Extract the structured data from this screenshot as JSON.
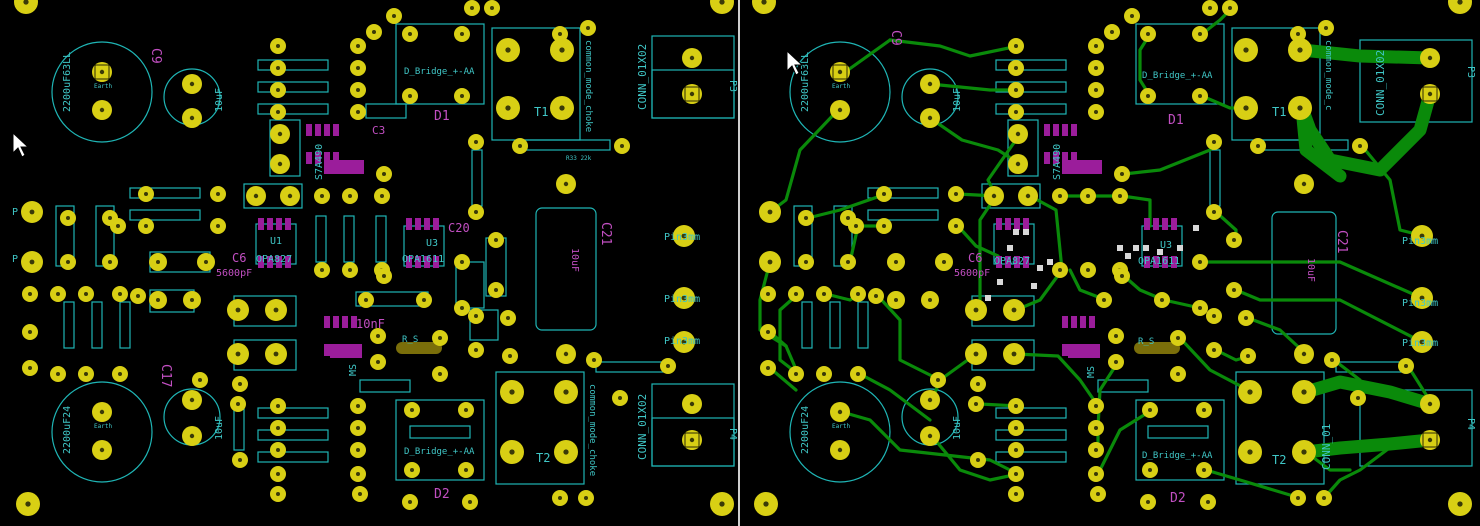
{
  "colors": {
    "background": "#000000",
    "pad": "#d8cf14",
    "pad_hole": "#3a3a08",
    "outline": "#1fb5b5",
    "silk_cyan": "#3fc6c6",
    "smd_magenta": "#9b1d9b",
    "trace_green": "#0a8a0a",
    "ref_magenta": "#c24fc2",
    "divider": "#cfcfcf"
  },
  "cursor_icon": "arrow-cursor-icon",
  "left_board": {
    "refs": {
      "c9": "C9",
      "cap_top_big": "2200uF63LL",
      "cap_top_small": "10uF",
      "cap_bot_big": "2200uF24",
      "cap_bot_small": "10uF",
      "c17": "C17",
      "c6": "C6",
      "c6_val": "5600pF",
      "u1": "U1",
      "u1_val": "OPA827",
      "u3": "U3",
      "u3_val": "OPA1611",
      "c20": "C20",
      "c21": "C21",
      "c21_val": "10uF",
      "d1": "D1",
      "d2": "D2",
      "bridge_top": "D_Bridge_+-AA",
      "bridge_bot": "D_Bridge_+-AA",
      "t_top": "T1",
      "t_bot": "T2",
      "choke_top": "common_mode_choke",
      "choke_bot": "common_mode_choke",
      "conn_top": "CONN_01X02",
      "conn_bot": "CONN_01X02",
      "p3": "P3",
      "p4": "P4",
      "pin_a": "Pin3mm",
      "pin_b": "Pin3mm",
      "pin_c": "Pin3mm",
      "pin_l1": "P",
      "pin_l2": "P",
      "ms": "S7A490",
      "ms2": "MS",
      "c_10n": "10nF",
      "r_small": "R_S",
      "earth_top": "Earth",
      "earth_bot": "Earth",
      "c3": "C3",
      "r33": "R33 22k"
    }
  },
  "right_board": {
    "refs": {
      "c9": "C9",
      "cap_top_big": "2200uF63LL",
      "cap_top_small": "10uF",
      "cap_bot_big": "2200uF24",
      "cap_bot_small": "10uF",
      "c6": "C6",
      "c6_val": "5600pF",
      "u1_val": "OPA827",
      "u3": "U3",
      "u3_val": "OPA1611",
      "c21": "C21",
      "c21_val": "10uF",
      "d1": "D1",
      "d2": "D2",
      "bridge_top": "D_Bridge_+-AA",
      "bridge_bot": "D_Bridge_+-AA",
      "t_top": "T1",
      "t_bot": "T2",
      "choke_top": "common_mode_c",
      "conn_top": "CONN_01X02",
      "conn_bot": "CONN_01",
      "p3": "P3",
      "p4": "P4",
      "pin_a": "Pin3mm",
      "pin_b": "Pin3mm",
      "pin_c": "Pin3mm",
      "ms": "S7A490",
      "ms2": "MS",
      "r_small": "R_S",
      "earth_top": "Earth",
      "earth_bot": "Earth"
    }
  }
}
